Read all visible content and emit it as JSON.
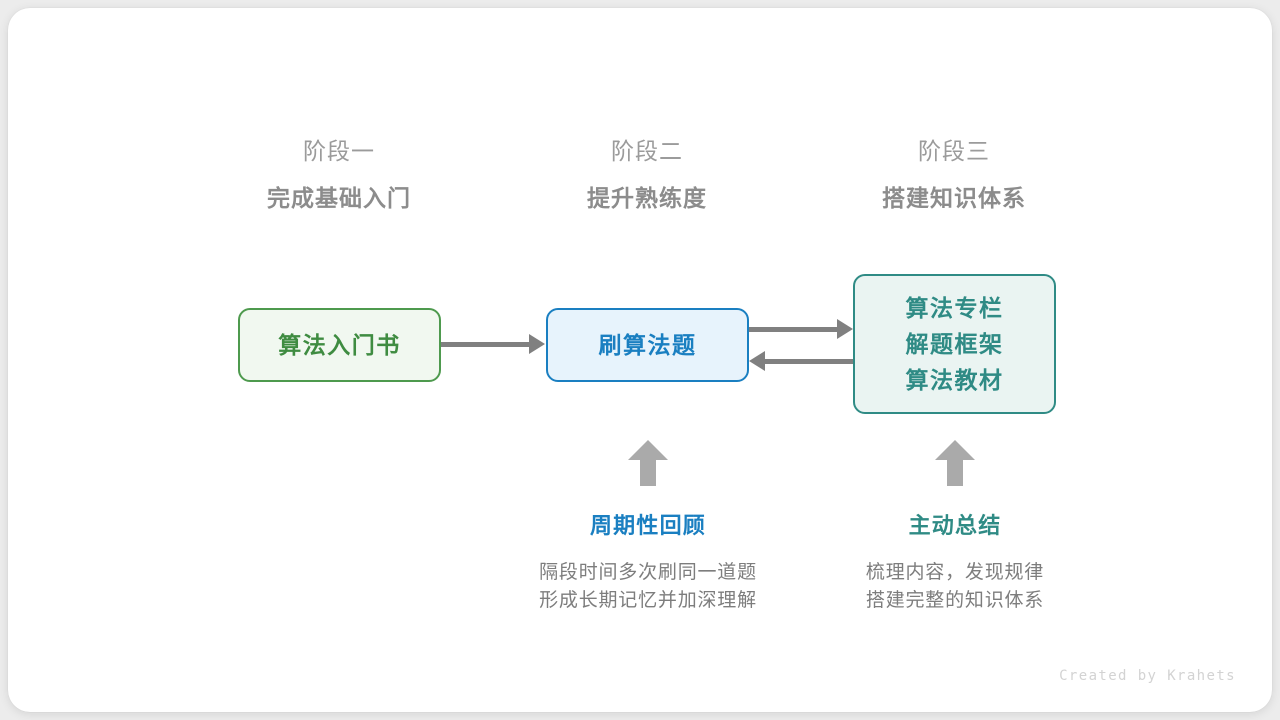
{
  "canvas": {
    "background": "#ececec",
    "card_background": "#ffffff"
  },
  "stages": [
    {
      "number": "阶段一",
      "title": "完成基础入门"
    },
    {
      "number": "阶段二",
      "title": "提升熟练度"
    },
    {
      "number": "阶段三",
      "title": "搭建知识体系"
    }
  ],
  "nodes": [
    {
      "id": "book",
      "lines": [
        "算法入门书"
      ],
      "border_color": "#4e9a4e",
      "fill_color": "#f1f8f0",
      "text_color": "#3f8c41"
    },
    {
      "id": "practice",
      "lines": [
        "刷算法题"
      ],
      "border_color": "#1a7fc1",
      "fill_color": "#e7f3fc",
      "text_color": "#1a7fc1"
    },
    {
      "id": "knowledge",
      "lines": [
        "算法专栏",
        "解题框架",
        "算法教材"
      ],
      "border_color": "#2f8b85",
      "fill_color": "#eaf4f2",
      "text_color": "#2f8b85"
    }
  ],
  "connectors": [
    {
      "id": "book-to-practice",
      "direction": "right",
      "color": "#808080"
    },
    {
      "id": "practice-to-knowledge",
      "direction": "right",
      "color": "#808080"
    },
    {
      "id": "knowledge-to-practice",
      "direction": "left",
      "color": "#808080"
    },
    {
      "id": "review-up",
      "direction": "up",
      "color": "#aaaaaa"
    },
    {
      "id": "summary-up",
      "direction": "up",
      "color": "#aaaaaa"
    }
  ],
  "notes": [
    {
      "id": "review",
      "title": "周期性回顾",
      "title_color": "#1a7fc1",
      "body_line1": "隔段时间多次刷同一道题",
      "body_line2": "形成长期记忆并加深理解"
    },
    {
      "id": "summary",
      "title": "主动总结",
      "title_color": "#2f8b85",
      "body_line1": "梳理内容，发现规律",
      "body_line2": "搭建完整的知识体系"
    }
  ],
  "credit": "Created by Krahets"
}
